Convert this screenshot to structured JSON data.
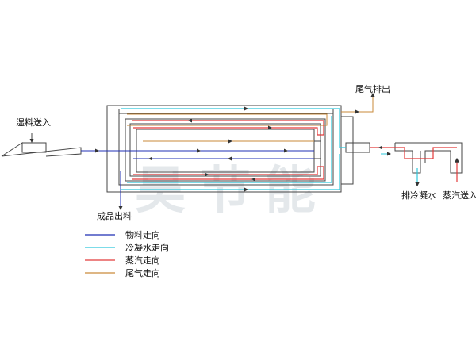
{
  "labels": {
    "wet_feed": "湿料送入",
    "product_out": "成品出料",
    "exhaust_out": "尾气排出",
    "condensate_out": "排冷凝水",
    "steam_in": "蒸汽送入"
  },
  "watermark": "昊节能",
  "legend": [
    {
      "label": "物料走向",
      "color": "#1f2fb5"
    },
    {
      "label": "冷凝水走向",
      "color": "#2ec8dc"
    },
    {
      "label": "蒸汽走向",
      "color": "#e23a3a"
    },
    {
      "label": "尾气走向",
      "color": "#c98a3a"
    }
  ],
  "colors": {
    "material": "#1f2fb5",
    "condensate": "#2ec8dc",
    "steam": "#e23a3a",
    "exhaust": "#c98a3a",
    "frame": "#444444"
  }
}
